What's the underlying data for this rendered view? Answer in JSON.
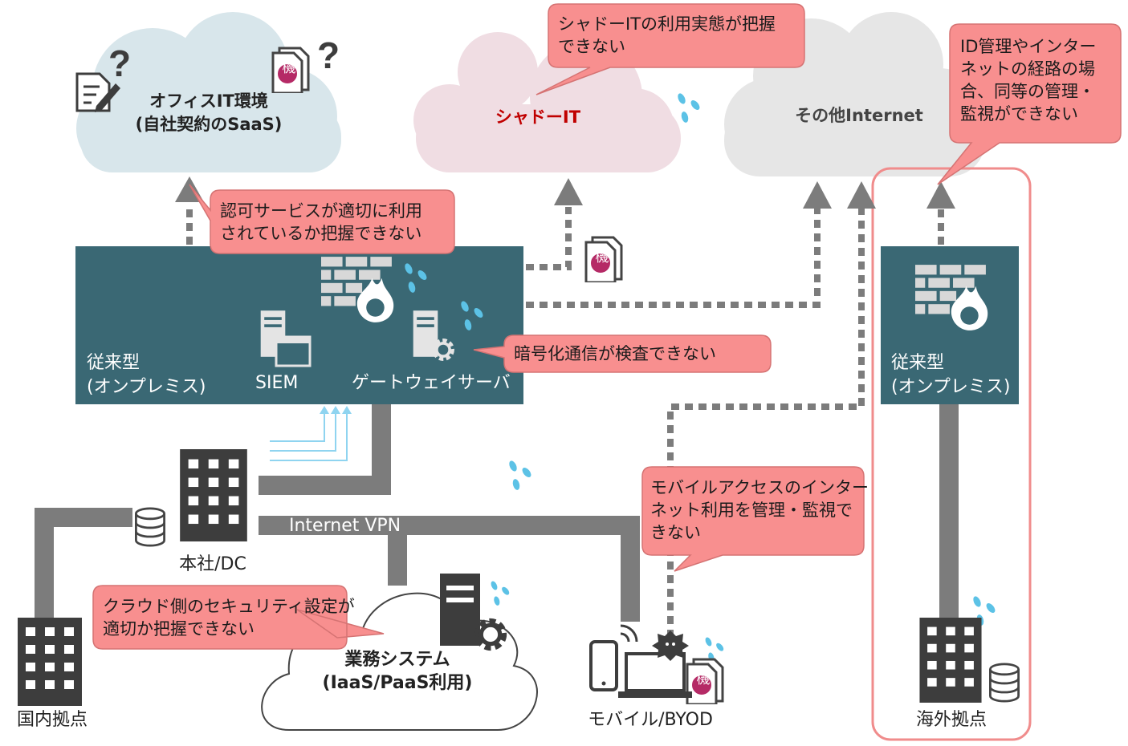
{
  "colors": {
    "teal": "#3a6874",
    "callout_fill": "#f88f8f",
    "callout_stroke": "#d57373",
    "pipe": "#7c7c7c",
    "cloud_office": "#d8e6eb",
    "cloud_shadow": "#f0dde3",
    "cloud_internet": "#e6e6e6",
    "cloud_business": "#ffffff",
    "red_text": "#c00000",
    "drop_blue": "#5cc2e6",
    "frame": "#f08c8c"
  },
  "clouds": {
    "office": "オフィスIT環境\n(自社契約のSaaS)",
    "shadow": "シャドーIT",
    "internet": "その他Internet",
    "business": "業務システム\n(IaaS/PaaS利用)"
  },
  "boxes": {
    "onprem_main": "従来型\n(オンプレミス)",
    "onprem_overseas": "従来型\n(オンプレミス)",
    "siem": "SIEM",
    "gateway": "ゲートウェイサーバ"
  },
  "callouts": {
    "shadow_it": "シャドーITの利用実態が把握\nできない",
    "id_route": "ID管理やインター\nネットの経路の場\n合、同等の管理・\n監視ができない",
    "auth_service": "認可サービスが適切に利用\nされているか把握できない",
    "encrypted": "暗号化通信が検査できない",
    "mobile_access": "モバイルアクセスのインター\nネット利用を管理・監視で\nきない",
    "cloud_security": "クラウド側のセキュリティ設定が\n適切か把握できない"
  },
  "labels": {
    "internet_vpn": "Internet VPN",
    "hq_dc": "本社/DC",
    "domestic": "国内拠点",
    "mobile_byod": "モバイル/BYOD",
    "overseas": "海外拠点",
    "confidential": "機"
  },
  "icons": [
    "document-pen-icon",
    "question-mark-icon",
    "confidential-document-icon",
    "firewall-icon",
    "server-icon",
    "gear-icon",
    "building-icon",
    "database-icon",
    "smartphone-icon",
    "laptop-icon",
    "wifi-icon",
    "virus-icon",
    "droplet-icon"
  ]
}
